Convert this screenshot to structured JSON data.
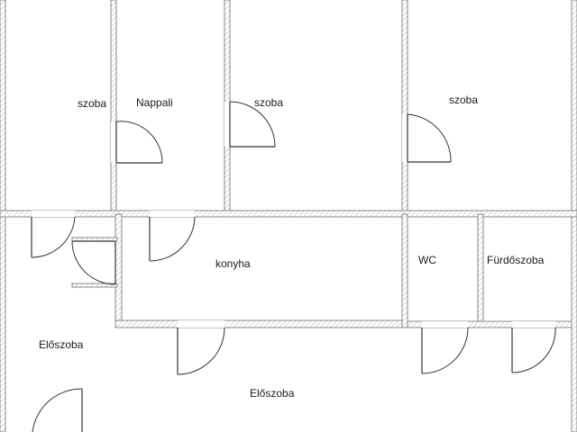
{
  "plan": {
    "rooms": [
      {
        "id": "szoba-1",
        "label": "szoba"
      },
      {
        "id": "nappali",
        "label": "Nappali"
      },
      {
        "id": "szoba-2",
        "label": "szoba"
      },
      {
        "id": "szoba-3",
        "label": "szoba"
      },
      {
        "id": "konyha",
        "label": "konyha"
      },
      {
        "id": "wc",
        "label": "WC"
      },
      {
        "id": "furdoszoba",
        "label": "Fürdőszoba"
      },
      {
        "id": "eloszoba-1",
        "label": "Előszoba"
      },
      {
        "id": "eloszoba-2",
        "label": "Előszoba"
      }
    ]
  }
}
